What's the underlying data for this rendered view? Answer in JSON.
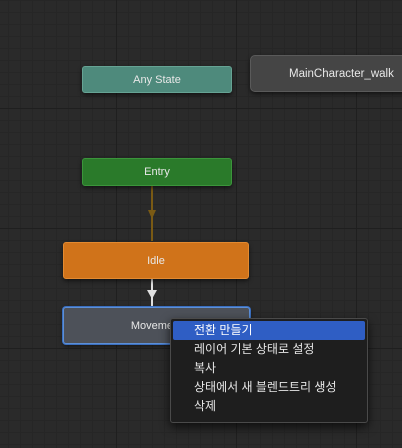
{
  "graph": {
    "any_state_label": "Any State",
    "submachine_label": "MainCharacter_walk",
    "entry_label": "Entry",
    "idle_label": "Idle",
    "movement_label": "Movement",
    "colors": {
      "any_state": "#4e8a7c",
      "entry": "#2a7a2a",
      "idle": "#d0731a",
      "state": "#4d5159",
      "selection": "#3a6fc0",
      "entry_transition": "#7a5a14",
      "transition": "#e0e0e0"
    }
  },
  "context_menu": {
    "items": [
      {
        "label": "전환 만들기",
        "highlighted": true
      },
      {
        "label": "레이어 기본 상태로 설정",
        "highlighted": false
      },
      {
        "label": "복사",
        "highlighted": false
      },
      {
        "label": "상태에서 새 블렌드트리 생성",
        "highlighted": false
      },
      {
        "label": "삭제",
        "highlighted": false
      }
    ],
    "highlight_color": "#2f5ec4"
  }
}
